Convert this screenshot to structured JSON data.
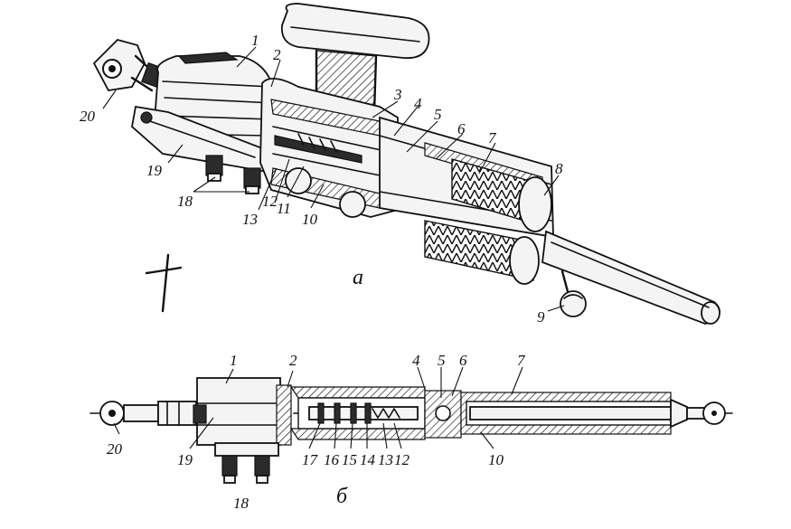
{
  "view_labels": {
    "top_view": "a",
    "bottom_view": "б"
  },
  "callouts_top": [
    "1",
    "2",
    "3",
    "4",
    "5",
    "6",
    "7",
    "8",
    "9",
    "10",
    "11",
    "12",
    "13",
    "18",
    "19",
    "20"
  ],
  "callouts_bottom": [
    "1",
    "2",
    "4",
    "5",
    "6",
    "7",
    "10",
    "12",
    "13",
    "14",
    "15",
    "16",
    "17",
    "18",
    "19",
    "20"
  ]
}
